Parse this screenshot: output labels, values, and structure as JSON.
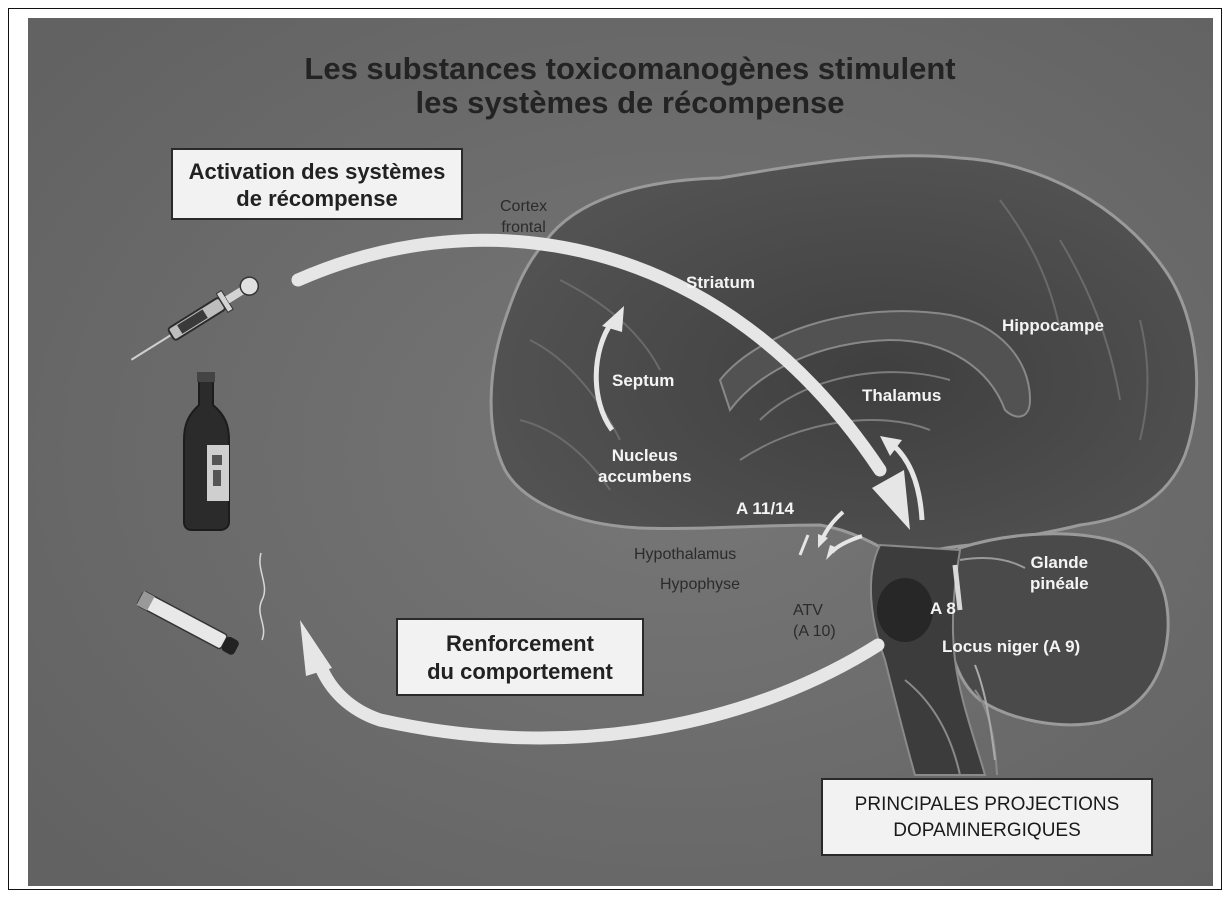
{
  "title": {
    "line1": "Les substances toxicomanogènes stimulent",
    "line2": "les systèmes de récompense"
  },
  "boxes": {
    "activation": [
      "Activation des systèmes",
      "de récompense"
    ],
    "renforcement": [
      "Renforcement",
      "du comportement"
    ],
    "projections": [
      "PRINCIPALES PROJECTIONS",
      "DOPAMINERGIQUES"
    ]
  },
  "labels": {
    "cortex_frontal": [
      "Cortex",
      "frontal"
    ],
    "striatum": "Striatum",
    "hippocampe": "Hippocampe",
    "septum": "Septum",
    "thalamus": "Thalamus",
    "nucleus_accumbens": [
      "Nucleus",
      "accumbens"
    ],
    "a11_14": "A 11/14",
    "hypothalamus": "Hypothalamus",
    "hypophyse": "Hypophyse",
    "atv": [
      "ATV",
      "(A 10)"
    ],
    "a8": "A 8",
    "glande_pineale": [
      "Glande",
      "pinéale"
    ],
    "locus_niger": "Locus niger (A 9)"
  },
  "icons": [
    "syringe-icon",
    "wine-bottle-icon",
    "cigarette-icon",
    "brain-illustration"
  ],
  "colors": {
    "background": "#6d6d6d",
    "brain": "#474747",
    "arrow": "#e6e6e6",
    "box_fill": "#f2f2f2"
  }
}
